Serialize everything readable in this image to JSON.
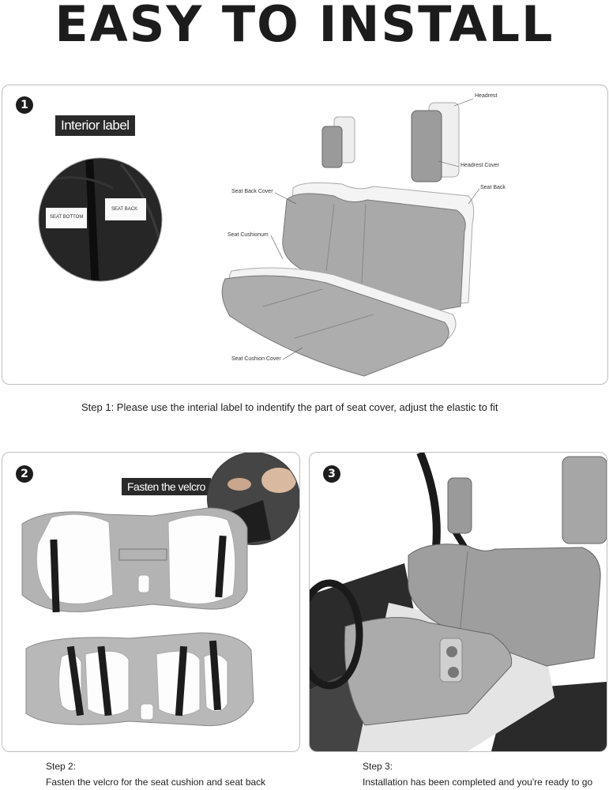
{
  "title": "EASY TO INSTALL",
  "panel1": {
    "badge": "1",
    "tag": "Interior label",
    "label_seat_bottom": "SEAT BOTTOM",
    "label_seat_back": "SEAT BACK",
    "callouts": {
      "headrest": "Headrest",
      "headrest_cover": "Headrest Cover",
      "seat_back_cover": "Seat Back Cover",
      "seat_back": "Seat Back",
      "seat_cushion": "Seat Cushionum",
      "seat_cushion_cover": "Seat Cushion Cover"
    }
  },
  "step1": "Step 1:  Please use the interial label to indentify the part of seat cover, adjust the elastic to fit",
  "panel2": {
    "badge": "2",
    "tag": "Fasten the velcro"
  },
  "panel3": {
    "badge": "3"
  },
  "step2": {
    "heading": "Step 2:",
    "text": "Fasten the velcro for the seat cushion and seat back"
  },
  "step3": {
    "heading": "Step 3:",
    "text": "Installation has been completed and you're ready to go"
  }
}
